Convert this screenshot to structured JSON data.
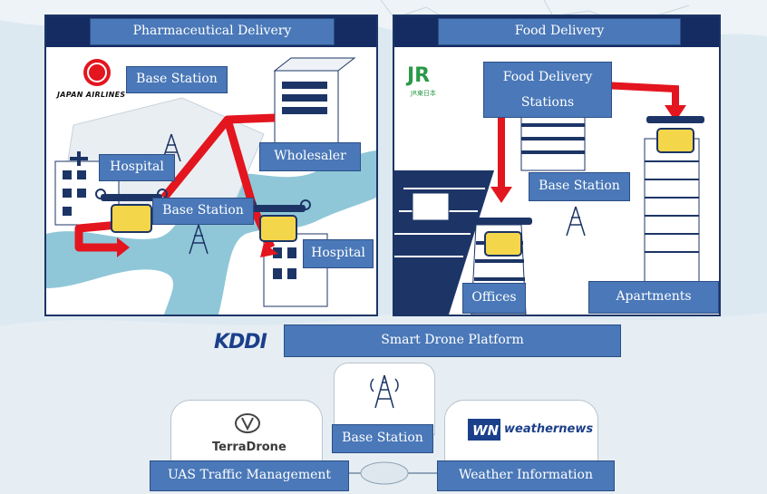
{
  "pharma": {
    "title": "Pharmaceutical Delivery",
    "base_station_top": "Base Station",
    "hospital_left": "Hospital",
    "wholesaler": "Wholesaler",
    "base_station_mid": "Base Station",
    "hospital_right": "Hospital",
    "airline_logo_text": "JAPAN AIRLINES"
  },
  "food": {
    "title": "Food Delivery",
    "stations": "Food Delivery Stations",
    "base_station": "Base Station",
    "offices": "Offices",
    "apartments": "Apartments",
    "rail_logo_sub": "JR東日本"
  },
  "platform": {
    "logo_text": "KDDI",
    "label": "Smart Drone Platform"
  },
  "bottom": {
    "terradrone_logo": "TerraDrone",
    "uas": "UAS Traffic Management",
    "base_station": "Base Station",
    "weathernews_logo": "weathernews",
    "weather": "Weather Information"
  },
  "colors": {
    "label_fill": "#4a78b8",
    "panel_band": "#152c63",
    "arrow": "#e3151f",
    "water": "#8fc7d8"
  }
}
